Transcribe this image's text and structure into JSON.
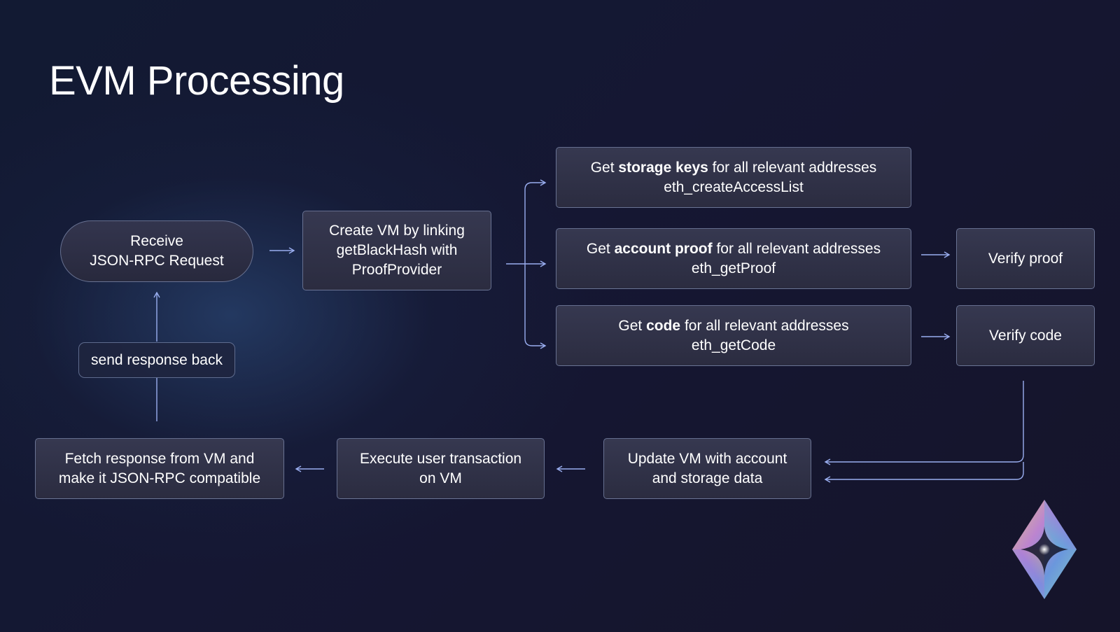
{
  "slide": {
    "title": "EVM Processing"
  },
  "nodes": {
    "receive": {
      "line1": "Receive",
      "line2": "JSON-RPC Request"
    },
    "create_vm": {
      "line1": "Create VM by linking",
      "line2": "getBlackHash with",
      "line3": "ProofProvider"
    },
    "storage_keys": {
      "pre": "Get ",
      "bold": "storage keys",
      "post": " for all relevant addresses",
      "method": "eth_createAccessList"
    },
    "account_proof": {
      "pre": "Get ",
      "bold": "account proof",
      "post": " for all relevant addresses",
      "method": "eth_getProof"
    },
    "code": {
      "pre": "Get ",
      "bold": "code",
      "post": " for all relevant addresses",
      "method": "eth_getCode"
    },
    "verify_proof": {
      "label": "Verify proof"
    },
    "verify_code": {
      "label": "Verify code"
    },
    "update_vm": {
      "line1": "Update VM with account",
      "line2": "and storage data"
    },
    "execute_tx": {
      "line1": "Execute user transaction",
      "line2": "on VM"
    },
    "fetch_response": {
      "line1": "Fetch response from VM and",
      "line2": "make it JSON-RPC compatible"
    },
    "send_back": {
      "label": "send response back"
    }
  },
  "colors": {
    "arrow": "#9aaef0",
    "node_border": "#96a5cd"
  },
  "icons": {
    "logo": "ethereum-diamond-icon"
  }
}
